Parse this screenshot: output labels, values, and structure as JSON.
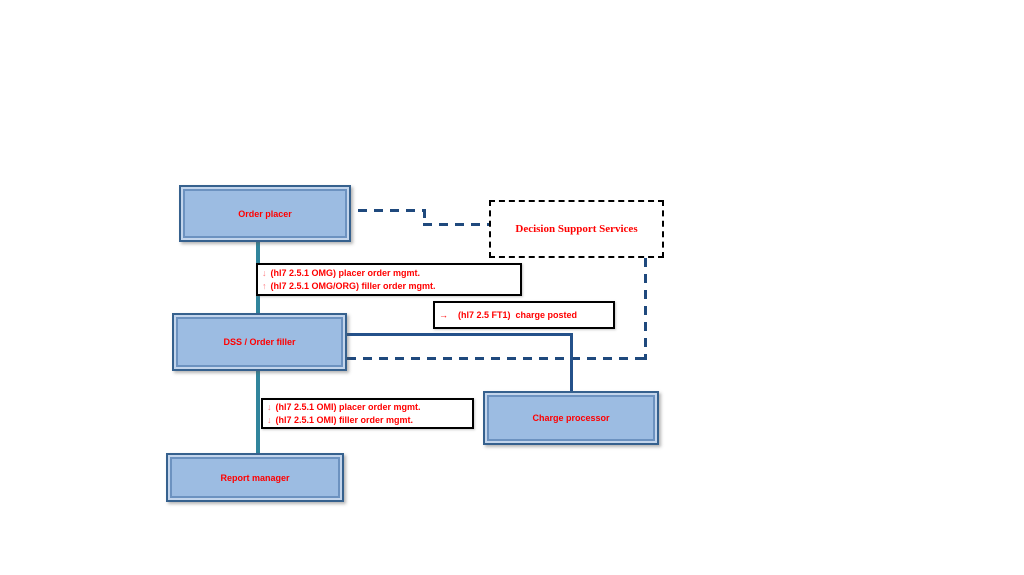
{
  "diagram": {
    "boxes": {
      "order_placer": {
        "label": "Order placer"
      },
      "decision_support": {
        "label": "Decision Support Services"
      },
      "order_filler": {
        "label": "DSS / Order filler"
      },
      "charge_processor": {
        "label": "Charge processor"
      },
      "report_manager": {
        "label": "Report manager"
      }
    },
    "annotations": {
      "omg": {
        "line1": {
          "arrow": "↓",
          "text": "(hl7 2.5.1 OMG) placer order mgmt."
        },
        "line2": {
          "arrow": "↑",
          "text": "(hl7 2.5.1 OMG/ORG) filler order mgmt."
        }
      },
      "ft1": {
        "line1": {
          "arrow": "→",
          "text": "(hl7 2.5 FT1)  charge posted"
        }
      },
      "omi": {
        "line1": {
          "arrow": "↓",
          "text": "(hl7 2.5.1 OMI) placer order mgmt."
        },
        "line2": {
          "arrow": "↓",
          "text": "(hl7 2.5.1 OMI) filler order mgmt."
        }
      }
    },
    "colors": {
      "node_fill": "#9cbce2",
      "node_border": "#36618e",
      "teal_connector": "#31859C",
      "blue_dashed_connector": "#1F497D",
      "blue_solid_connector": "#24518a",
      "annotation_border": "#000000",
      "label_text": "#FF0000",
      "pink_arrow": "#FF7C80"
    }
  }
}
